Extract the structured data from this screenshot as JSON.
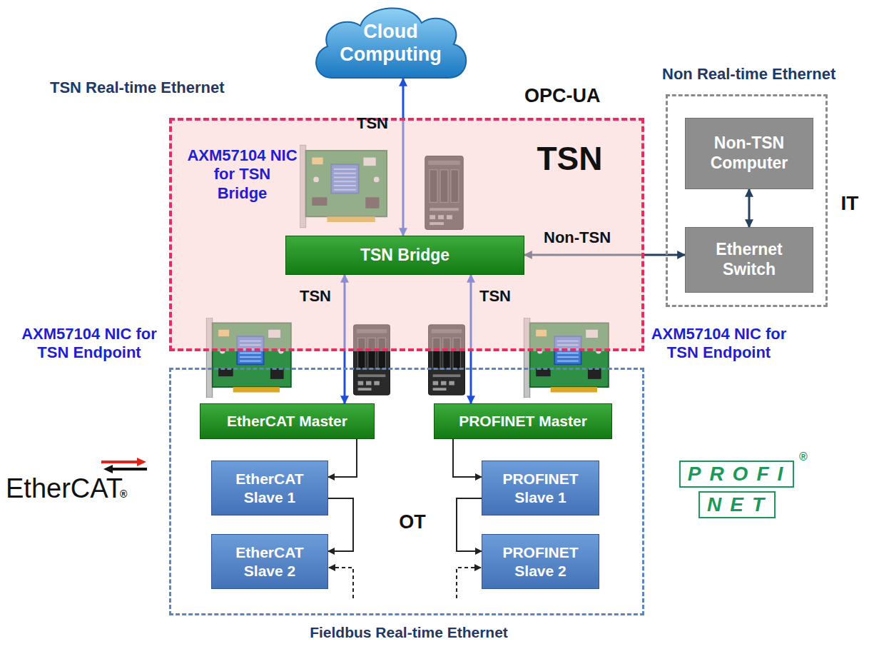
{
  "diagram": {
    "nodes": [
      {
        "text": [
          "Cloud Computing"
        ]
      },
      {
        "text": [
          "TSN"
        ]
      },
      {
        "text": [
          "TSN Bridge"
        ],
        "in": 1
      },
      {
        "text": [
          "Non Real-time Ethernet",
          "IT"
        ]
      },
      {
        "text": [
          "Non-TSN Computer"
        ],
        "in": 3
      },
      {
        "text": [
          "Ethernet Switch"
        ],
        "in": 3
      },
      {
        "text": [
          "OT",
          "Fieldbus Real-time Ethernet"
        ]
      },
      {
        "text": [
          "EtherCAT Master"
        ],
        "in": 6
      },
      {
        "text": [
          "PROFINET Master"
        ],
        "in": 6
      },
      {
        "text": [
          "EtherCAT Slave 1"
        ],
        "in": 6
      },
      {
        "text": [
          "EtherCAT Slave 2"
        ],
        "in": 6
      },
      {
        "text": [
          "PROFINET Slave 1"
        ],
        "in": 6
      },
      {
        "text": [
          "PROFINET Slave 2"
        ],
        "in": 6
      }
    ],
    "edges": [
      {
        "from": 0,
        "to": 2,
        "arrow": "both",
        "label": "TSN"
      },
      {
        "from": 2,
        "to": 5,
        "arrow": "both",
        "label": "Non-TSN"
      },
      {
        "from": 2,
        "to": 7,
        "arrow": "both",
        "label": "TSN"
      },
      {
        "from": 2,
        "to": 8,
        "arrow": "both",
        "label": "TSN"
      },
      {
        "from": 4,
        "to": 5,
        "arrow": "both"
      },
      {
        "from": 7,
        "to": 9,
        "arrow": "to"
      },
      {
        "from": 9,
        "to": 10,
        "arrow": "to"
      },
      {
        "from": 8,
        "to": 11,
        "arrow": "to"
      },
      {
        "from": 11,
        "to": 12,
        "arrow": "to"
      }
    ],
    "labels": [
      "TSN Real-time Ethernet",
      "OPC-UA",
      "AXM57104 NIC for TSN Bridge",
      "AXM57104 NIC for TSN Endpoint",
      "AXM57104 NIC for TSN Endpoint",
      "EtherCAT",
      "®",
      "PROFI",
      "NET",
      "®"
    ]
  }
}
